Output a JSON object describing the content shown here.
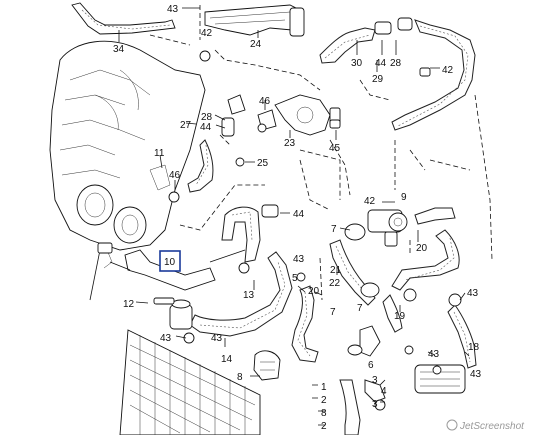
{
  "diagram": {
    "callouts": [
      "43",
      "34",
      "24",
      "42",
      "30",
      "44",
      "28",
      "29",
      "42",
      "46",
      "28",
      "44",
      "27",
      "23",
      "45",
      "11",
      "46",
      "25",
      "44",
      "42",
      "9",
      "7",
      "20",
      "21",
      "22",
      "7",
      "20",
      "10",
      "43",
      "13",
      "12",
      "5",
      "43",
      "43",
      "14",
      "8",
      "19",
      "43",
      "43",
      "18",
      "43",
      "1",
      "2",
      "3",
      "4",
      "6",
      "8",
      "7",
      "2",
      "3"
    ],
    "highlighted_callout": "10",
    "watermark": "JetScreenshot"
  }
}
